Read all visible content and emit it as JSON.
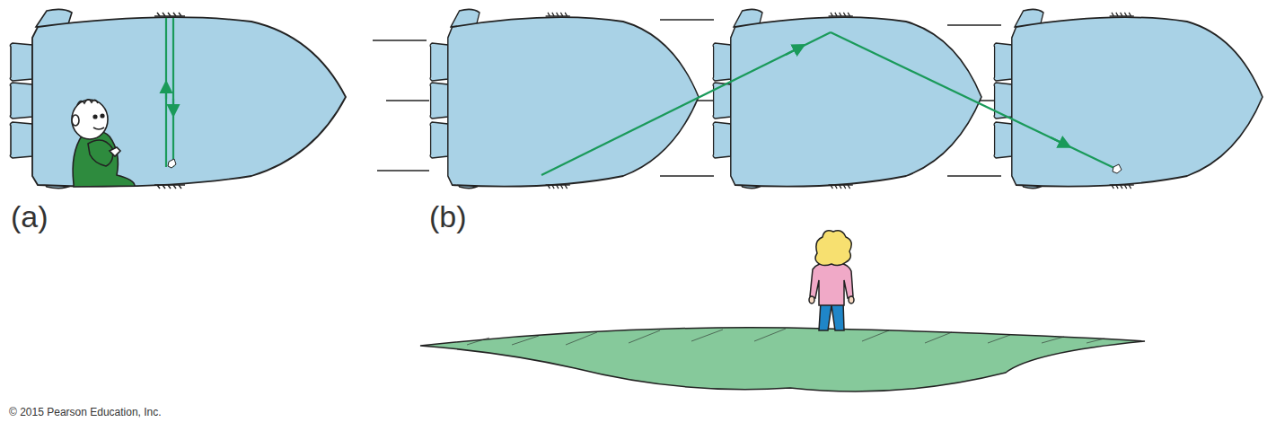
{
  "diagram": {
    "labels": [
      "(a)",
      "(b)",
      "© 2015 Pearson Education, Inc."
    ]
  }
}
